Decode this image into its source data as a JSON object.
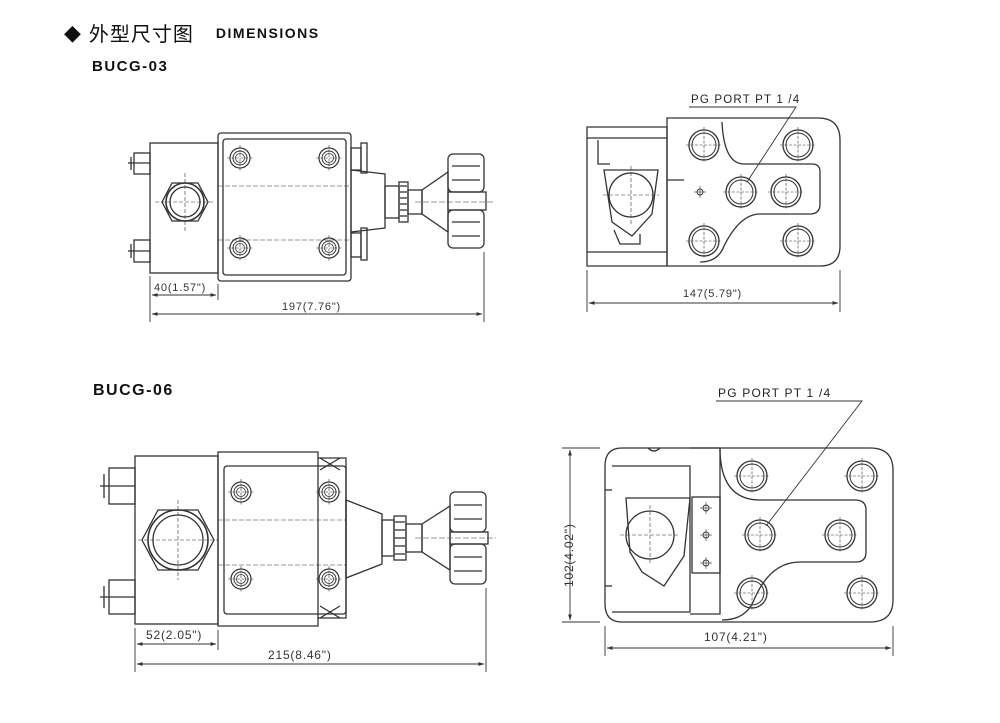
{
  "header": {
    "marker": "◆",
    "title_cn": "外型尺寸图",
    "title_en": "DIMENSIONS"
  },
  "models": [
    {
      "name": "BUCG-03",
      "port_label": "PG PORT PT 1 /4",
      "dims": {
        "flange": "40(1.57\")",
        "length": "197(7.76\")",
        "width": "147(5.79\")"
      }
    },
    {
      "name": "BUCG-06",
      "port_label": "PG PORT PT 1 /4",
      "dims": {
        "flange": "52(2.05\")",
        "length": "215(8.46\")",
        "width": "107(4.21\")",
        "height": "102(4.02\")"
      }
    }
  ]
}
